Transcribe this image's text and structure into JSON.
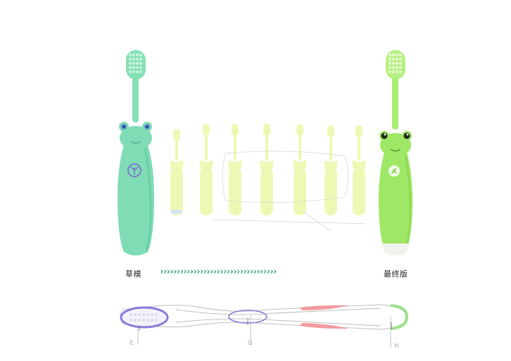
{
  "labels": {
    "left": "草模",
    "right": "最终版"
  },
  "progress_arrows": "›››››››››››››››››››››››››››››››››››",
  "colors": {
    "mockup_body": "#7fe0b4",
    "final_body": "#a6ef6e",
    "intermediate_body": "#eef8b4",
    "arrow_accent": "#2e9c78",
    "purple_outline": "#8a7ad8",
    "red_grip": "#f29aa0",
    "green_cap": "#9be08a"
  },
  "drawing_labels": [
    "E",
    "G",
    "H"
  ],
  "intermediate_count": 7
}
